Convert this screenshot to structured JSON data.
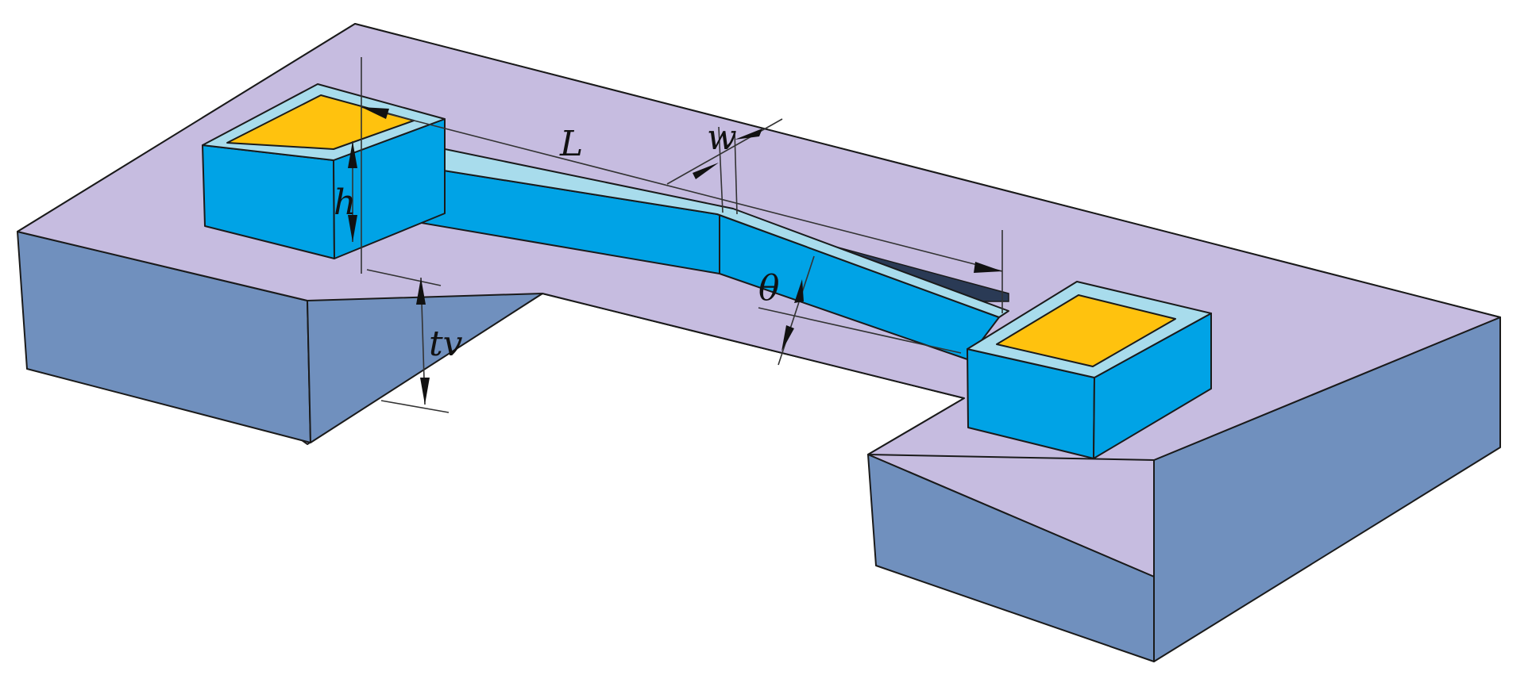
{
  "figure": {
    "labels": {
      "length": "L",
      "width": "w",
      "height": "h",
      "angle": "θ",
      "thickness": "tv"
    },
    "colors": {
      "substrate_top": "#C6BCE0",
      "substrate_side": "#7090BE",
      "beam_side": "#00A3E6",
      "beam_top": "#A8DCEC",
      "pad": "#FFC20E",
      "edge": "#1a1a1a"
    }
  }
}
